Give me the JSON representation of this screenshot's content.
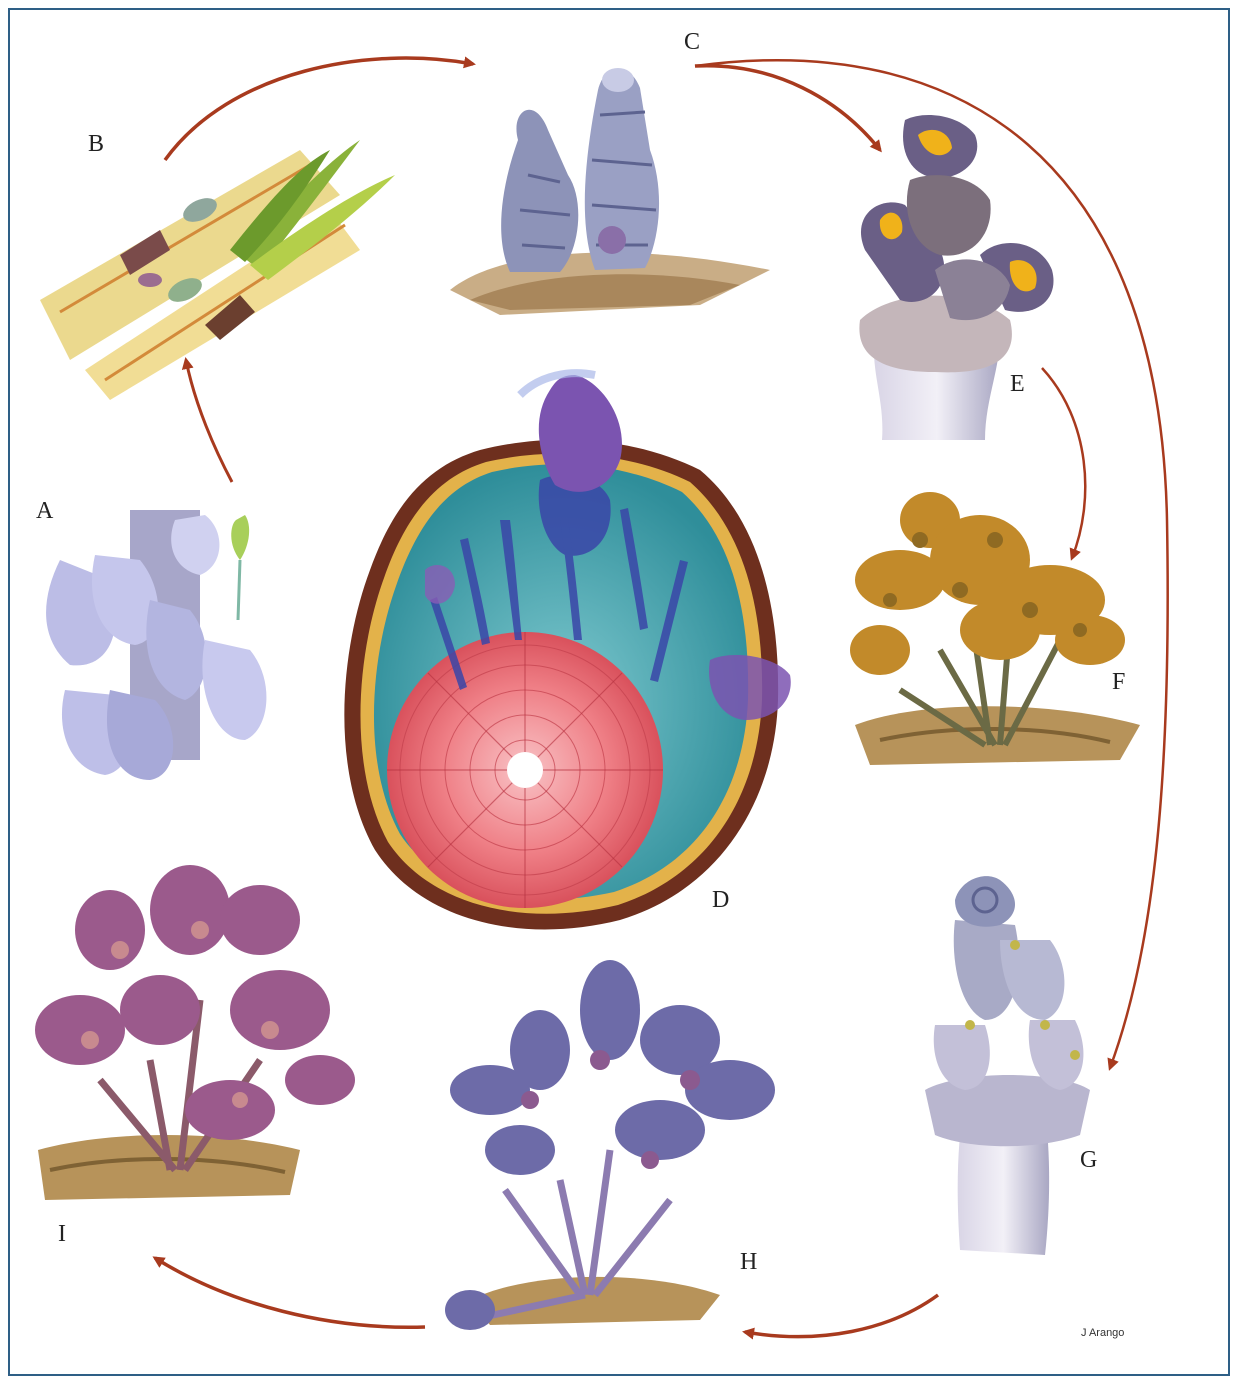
{
  "labels": {
    "a": "A",
    "b": "B",
    "c": "C",
    "d": "D",
    "e": "E",
    "f": "F",
    "g": "G",
    "h": "H",
    "i": "I"
  },
  "signature": "J Arango",
  "colors": {
    "frame": "#2e5f86",
    "arrow": "#a83a1e",
    "seed_blue": "#b9bde8",
    "cone_grey": "#8d93b8",
    "pollen_yellow": "#f0b21a",
    "phloem_teal": "#3fa3ad",
    "xylem_pink": "#ef7f86",
    "bark_brown": "#6e2f1e",
    "purple": "#7b54b0",
    "moss_green": "#9ab73e",
    "soil": "#b7935a"
  },
  "icons": {
    "a": "seed-cluster-icon",
    "b": "germinating-stem-icon",
    "c": "young-cone-icon",
    "d": "stem-cross-section-icon",
    "e": "pollen-cone-icon",
    "f": "male-plant-icon",
    "g": "ovulate-cone-icon",
    "h": "female-plant-icon",
    "i": "seeding-plant-icon"
  }
}
